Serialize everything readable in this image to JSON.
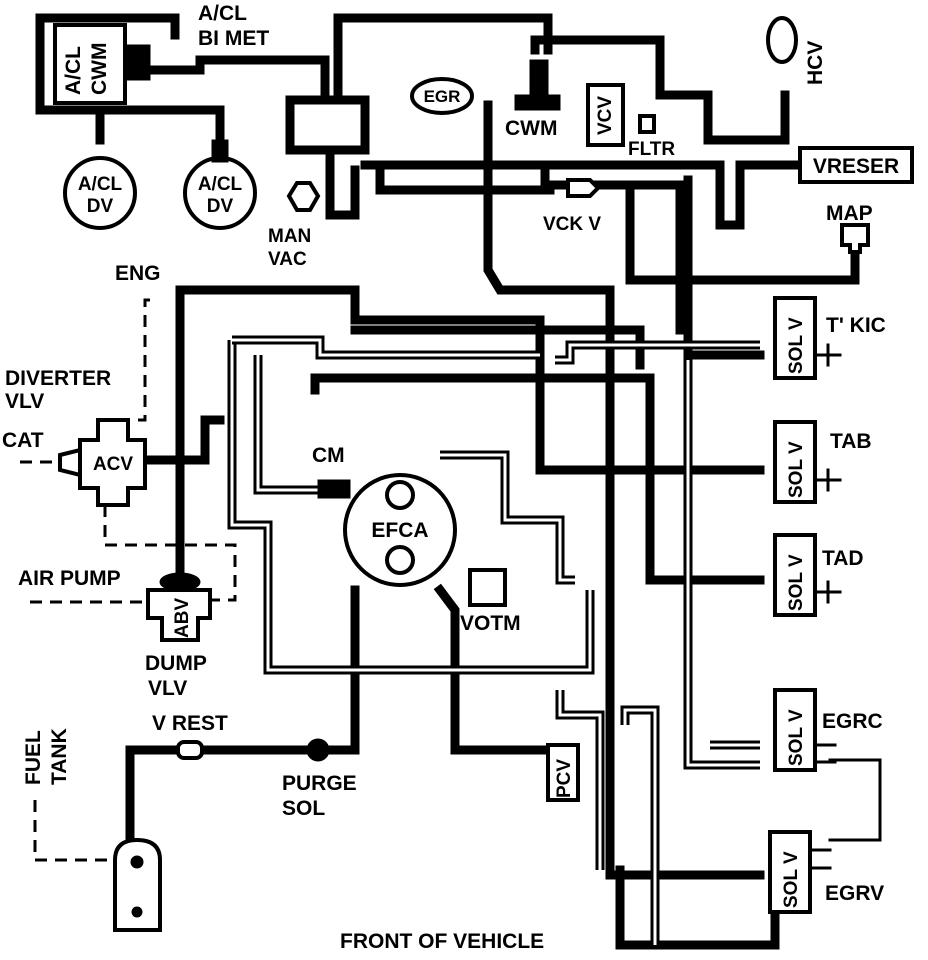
{
  "diagram": {
    "title": "FRONT OF VEHICLE",
    "colors": {
      "line": "#000000",
      "background": "#ffffff"
    },
    "components": {
      "acl_cwm": [
        "A/CL",
        "CWM"
      ],
      "acl_bimet": [
        "A/CL",
        "BI MET"
      ],
      "acl_dv_left": [
        "A/CL",
        "DV"
      ],
      "acl_dv_right": [
        "A/CL",
        "DV"
      ],
      "man_vac": [
        "MAN",
        "VAC"
      ],
      "egr": "EGR",
      "cwm": "CWM",
      "vcv": "VCV",
      "fltr": "FLTR",
      "hcv": "HCV",
      "vreser": "VRESER",
      "vck_v": "VCK V",
      "map": "MAP",
      "eng": "ENG",
      "diverter_vlv": [
        "DIVERTER",
        "VLV"
      ],
      "cat": "CAT",
      "acv": "ACV",
      "cm": "CM",
      "efca": "EFCA",
      "votm": "VOTM",
      "air_pump": "AIR PUMP",
      "abv": "ABV",
      "dump_vlv": [
        "DUMP",
        "VLV"
      ],
      "v_rest": "V REST",
      "fuel_tank": [
        "FUEL",
        "TANK"
      ],
      "purge_sol": [
        "PURGE",
        "SOL"
      ],
      "pcv": "PCV",
      "sol_v": "SOL V",
      "t_kic": "T' KIC",
      "tab": "TAB",
      "tad": "TAD",
      "egrc": "EGRC",
      "egrv": "EGRV"
    }
  }
}
